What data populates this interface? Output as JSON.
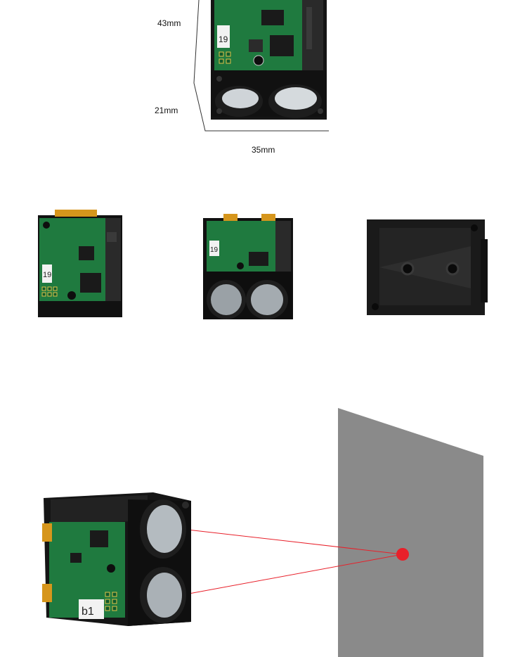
{
  "dimensions": {
    "height_label": "43mm",
    "depth_label": "21mm",
    "width_label": "35mm"
  },
  "labels": {
    "module_tag_top": "19",
    "module_tag_left": "19",
    "module_tag_center": "19",
    "module_tag_bottom": "b1"
  },
  "colors": {
    "pcb_green": "#1f7a3f",
    "housing_black": "#151515",
    "wall_gray": "#8a8a8a",
    "laser_red": "#e8202a"
  }
}
